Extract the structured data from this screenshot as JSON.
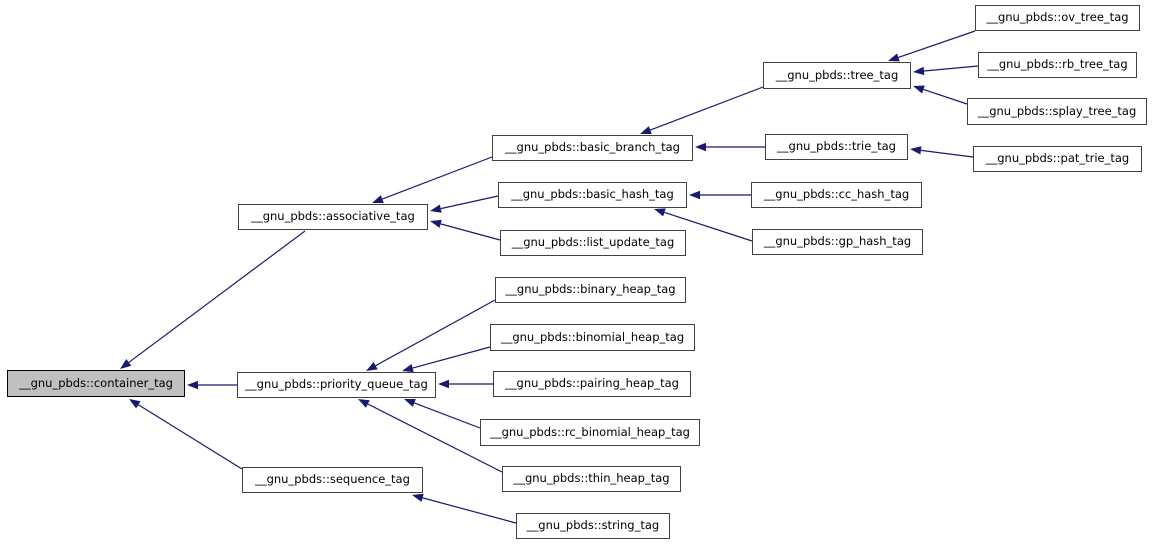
{
  "diagram": {
    "type": "inheritance-graph",
    "nodes": [
      {
        "id": "container_tag",
        "label": "__gnu_pbds::container_tag",
        "highlighted": true
      },
      {
        "id": "associative_tag",
        "label": "__gnu_pbds::associative_tag",
        "highlighted": false
      },
      {
        "id": "priority_queue_tag",
        "label": "__gnu_pbds::priority_queue_tag",
        "highlighted": false
      },
      {
        "id": "sequence_tag",
        "label": "__gnu_pbds::sequence_tag",
        "highlighted": false
      },
      {
        "id": "basic_branch_tag",
        "label": "__gnu_pbds::basic_branch_tag",
        "highlighted": false
      },
      {
        "id": "basic_hash_tag",
        "label": "__gnu_pbds::basic_hash_tag",
        "highlighted": false
      },
      {
        "id": "list_update_tag",
        "label": "__gnu_pbds::list_update_tag",
        "highlighted": false
      },
      {
        "id": "binary_heap_tag",
        "label": "__gnu_pbds::binary_heap_tag",
        "highlighted": false
      },
      {
        "id": "binomial_heap_tag",
        "label": "__gnu_pbds::binomial_heap_tag",
        "highlighted": false
      },
      {
        "id": "pairing_heap_tag",
        "label": "__gnu_pbds::pairing_heap_tag",
        "highlighted": false
      },
      {
        "id": "rc_binomial_heap_tag",
        "label": "__gnu_pbds::rc_binomial_heap_tag",
        "highlighted": false
      },
      {
        "id": "thin_heap_tag",
        "label": "__gnu_pbds::thin_heap_tag",
        "highlighted": false
      },
      {
        "id": "string_tag",
        "label": "__gnu_pbds::string_tag",
        "highlighted": false
      },
      {
        "id": "tree_tag",
        "label": "__gnu_pbds::tree_tag",
        "highlighted": false
      },
      {
        "id": "trie_tag",
        "label": "__gnu_pbds::trie_tag",
        "highlighted": false
      },
      {
        "id": "cc_hash_tag",
        "label": "__gnu_pbds::cc_hash_tag",
        "highlighted": false
      },
      {
        "id": "gp_hash_tag",
        "label": "__gnu_pbds::gp_hash_tag",
        "highlighted": false
      },
      {
        "id": "ov_tree_tag",
        "label": "__gnu_pbds::ov_tree_tag",
        "highlighted": false
      },
      {
        "id": "rb_tree_tag",
        "label": "__gnu_pbds::rb_tree_tag",
        "highlighted": false
      },
      {
        "id": "splay_tree_tag",
        "label": "__gnu_pbds::splay_tree_tag",
        "highlighted": false
      },
      {
        "id": "pat_trie_tag",
        "label": "__gnu_pbds::pat_trie_tag",
        "highlighted": false
      }
    ],
    "edges": [
      {
        "from": "associative_tag",
        "to": "container_tag"
      },
      {
        "from": "priority_queue_tag",
        "to": "container_tag"
      },
      {
        "from": "sequence_tag",
        "to": "container_tag"
      },
      {
        "from": "basic_branch_tag",
        "to": "associative_tag"
      },
      {
        "from": "basic_hash_tag",
        "to": "associative_tag"
      },
      {
        "from": "list_update_tag",
        "to": "associative_tag"
      },
      {
        "from": "tree_tag",
        "to": "basic_branch_tag"
      },
      {
        "from": "trie_tag",
        "to": "basic_branch_tag"
      },
      {
        "from": "cc_hash_tag",
        "to": "basic_hash_tag"
      },
      {
        "from": "gp_hash_tag",
        "to": "basic_hash_tag"
      },
      {
        "from": "binary_heap_tag",
        "to": "priority_queue_tag"
      },
      {
        "from": "binomial_heap_tag",
        "to": "priority_queue_tag"
      },
      {
        "from": "pairing_heap_tag",
        "to": "priority_queue_tag"
      },
      {
        "from": "rc_binomial_heap_tag",
        "to": "priority_queue_tag"
      },
      {
        "from": "thin_heap_tag",
        "to": "priority_queue_tag"
      },
      {
        "from": "string_tag",
        "to": "sequence_tag"
      },
      {
        "from": "ov_tree_tag",
        "to": "tree_tag"
      },
      {
        "from": "rb_tree_tag",
        "to": "tree_tag"
      },
      {
        "from": "splay_tree_tag",
        "to": "tree_tag"
      },
      {
        "from": "pat_trie_tag",
        "to": "trie_tag"
      }
    ],
    "colors": {
      "edge": "#191970",
      "node_border": "#404040",
      "node_fill": "#ffffff",
      "highlight_fill": "#c0c0c0",
      "text": "#000000"
    }
  }
}
